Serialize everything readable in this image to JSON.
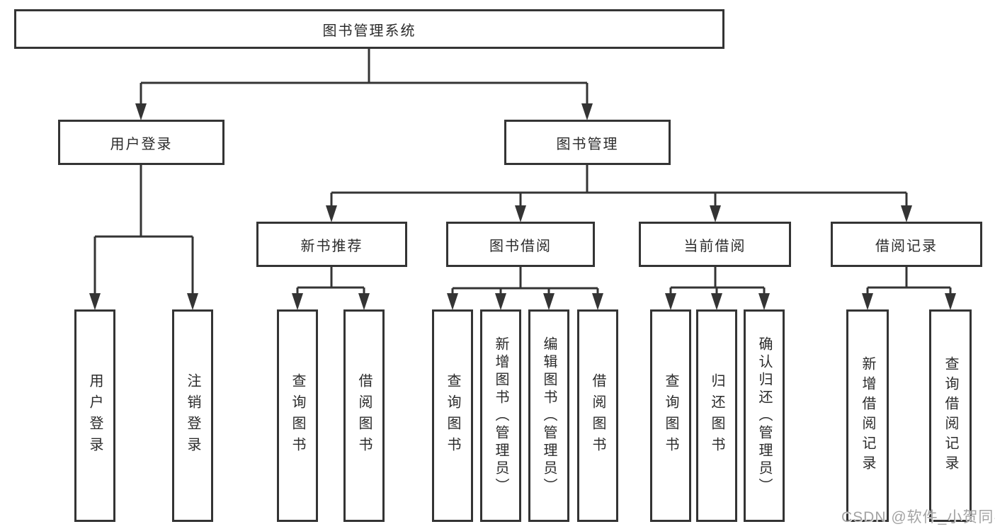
{
  "tree": {
    "label": "图书管理系统",
    "children": [
      {
        "label": "用户登录",
        "children": [
          {
            "label": "用户登录"
          },
          {
            "label": "注销登录"
          }
        ]
      },
      {
        "label": "图书管理",
        "children": [
          {
            "label": "新书推荐",
            "children": [
              {
                "label": "查询图书"
              },
              {
                "label": "借阅图书"
              }
            ]
          },
          {
            "label": "图书借阅",
            "children": [
              {
                "label": "查询图书"
              },
              {
                "label": "新增图书（管理员）"
              },
              {
                "label": "编辑图书（管理员）"
              },
              {
                "label": "借阅图书"
              }
            ]
          },
          {
            "label": "当前借阅",
            "children": [
              {
                "label": "查询图书"
              },
              {
                "label": "归还图书"
              },
              {
                "label": "确认归还（管理员）"
              }
            ]
          },
          {
            "label": "借阅记录",
            "children": [
              {
                "label": "新增借阅记录"
              },
              {
                "label": "查询借阅记录"
              }
            ]
          }
        ]
      }
    ]
  },
  "colors": {
    "line": "#343434",
    "text": "#2b2b2b",
    "background": "#ffffff",
    "watermark": "#a3a3a3"
  },
  "watermark": {
    "text": "CSDN @软件_小贺同学"
  }
}
